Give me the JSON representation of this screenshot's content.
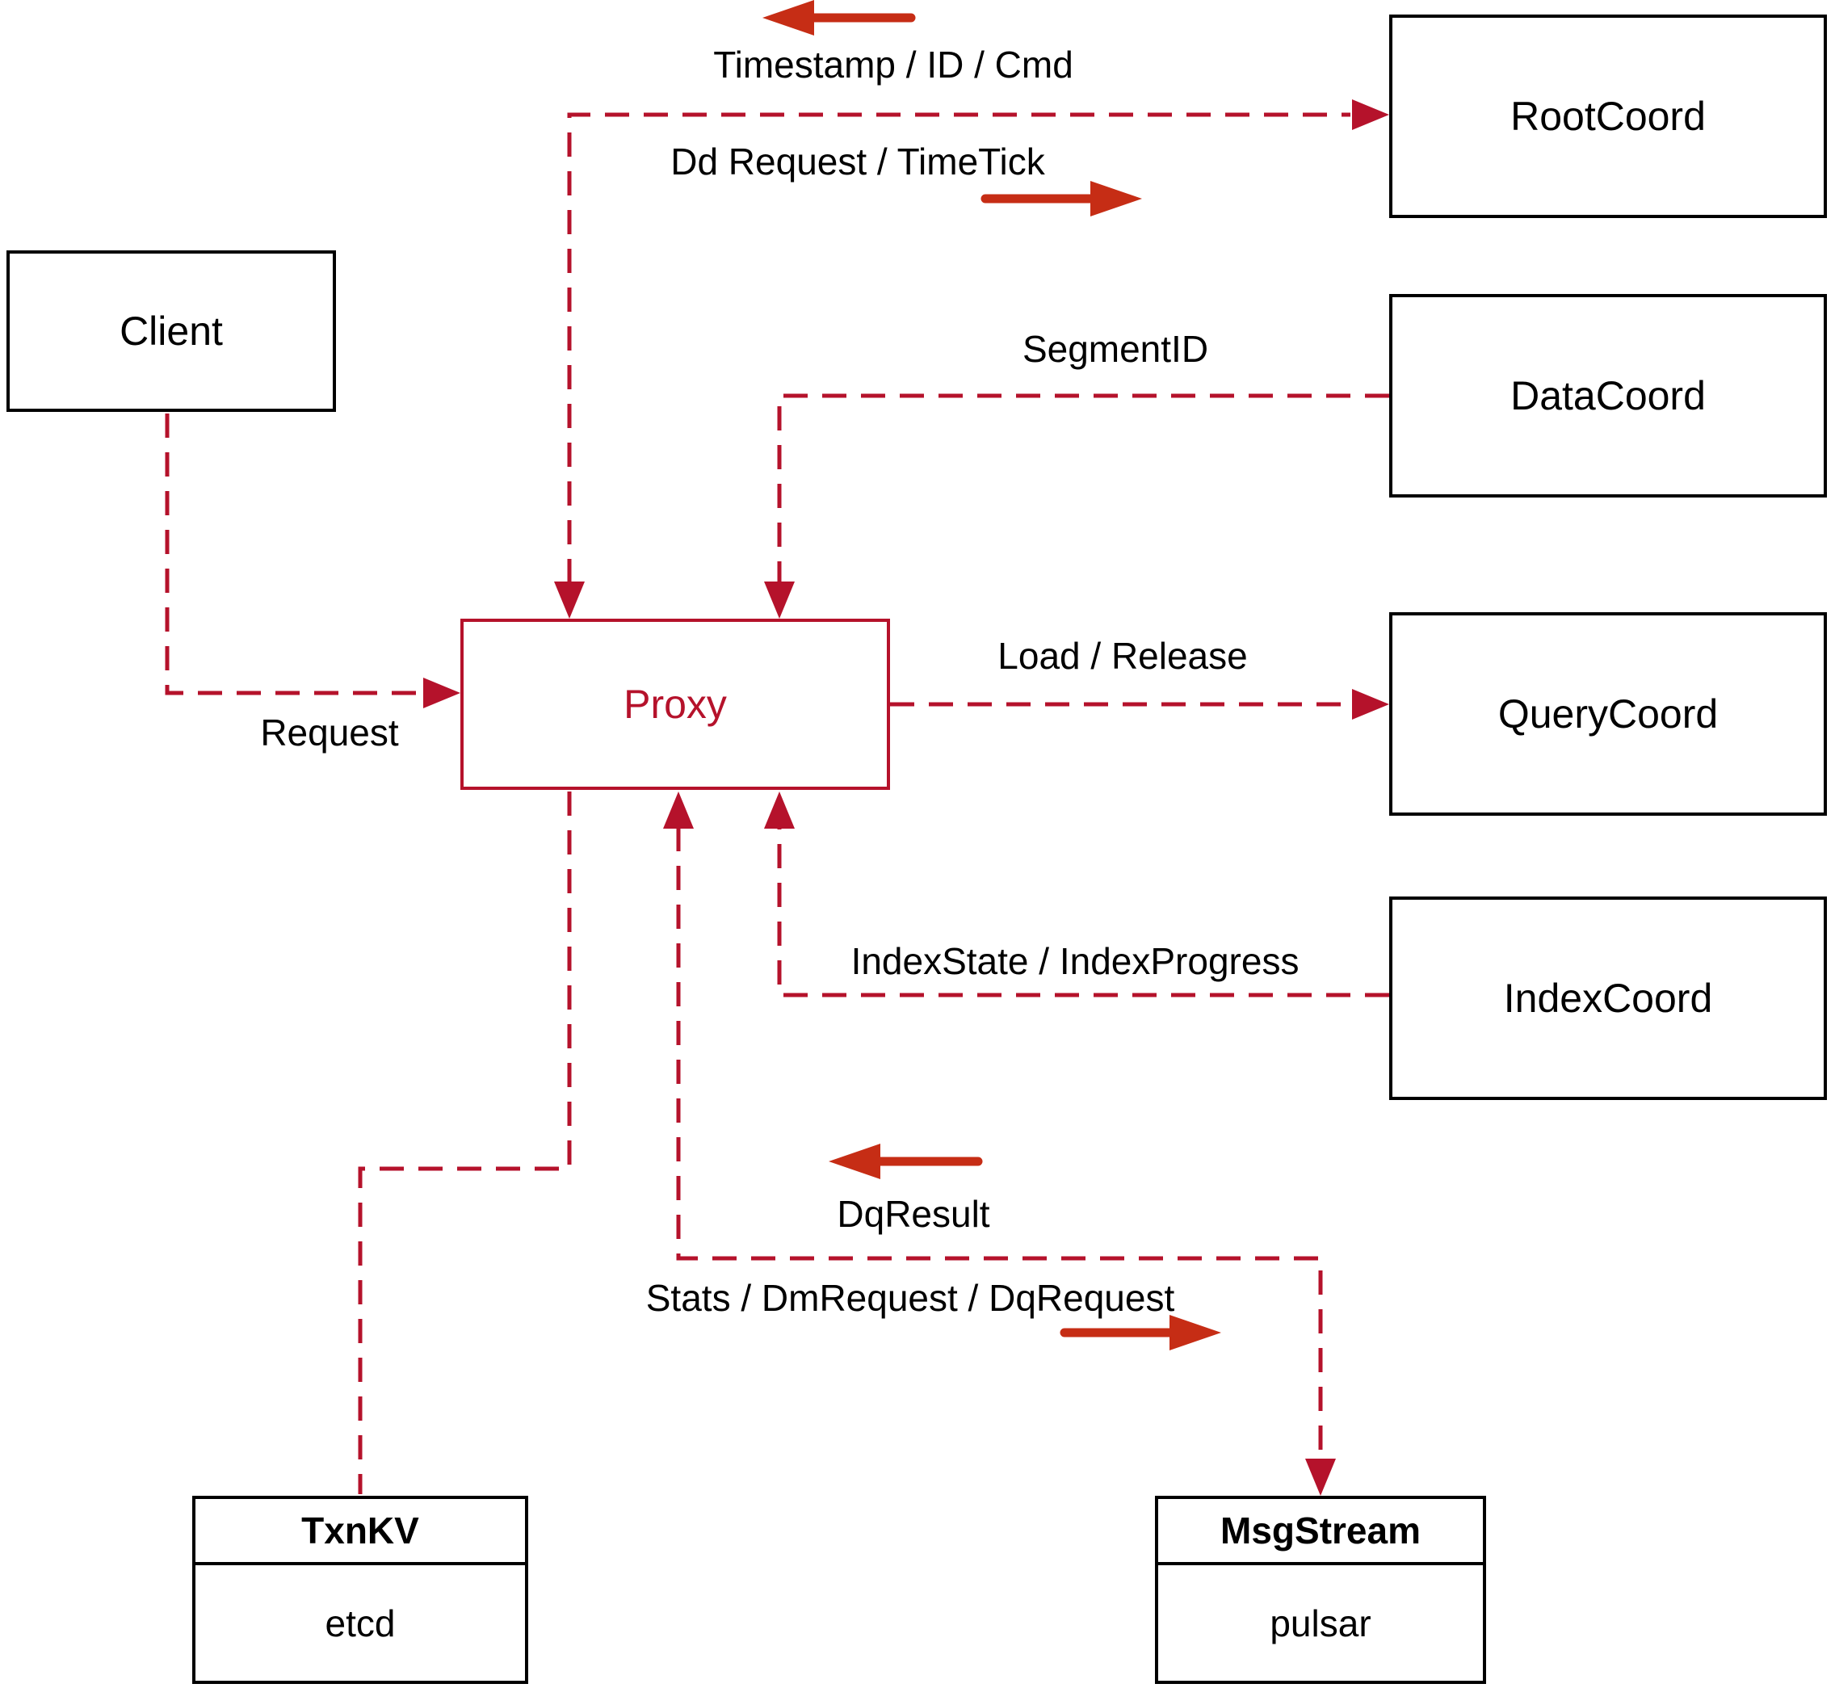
{
  "colors": {
    "background": "#ffffff",
    "edge": "#b5122b",
    "annotation_arrow": "#c62d15",
    "box_border": "#000000",
    "text": "#000000"
  },
  "nodes": {
    "client": {
      "label": "Client"
    },
    "proxy": {
      "label": "Proxy"
    },
    "root_coord": {
      "label": "RootCoord"
    },
    "data_coord": {
      "label": "DataCoord"
    },
    "query_coord": {
      "label": "QueryCoord"
    },
    "index_coord": {
      "label": "IndexCoord"
    },
    "txn_kv": {
      "title": "TxnKV",
      "impl": "etcd"
    },
    "msg_stream": {
      "title": "MsgStream",
      "impl": "pulsar"
    }
  },
  "edge_labels": {
    "request": "Request",
    "timestamp_id_cmd": "Timestamp / ID / Cmd",
    "dd_request_timetick": "Dd Request / TimeTick",
    "segment_id": "SegmentID",
    "load_release": "Load / Release",
    "index_state_progress": "IndexState / IndexProgress",
    "dq_result": "DqResult",
    "stats_dm_dq_request": "Stats / DmRequest / DqRequest"
  }
}
